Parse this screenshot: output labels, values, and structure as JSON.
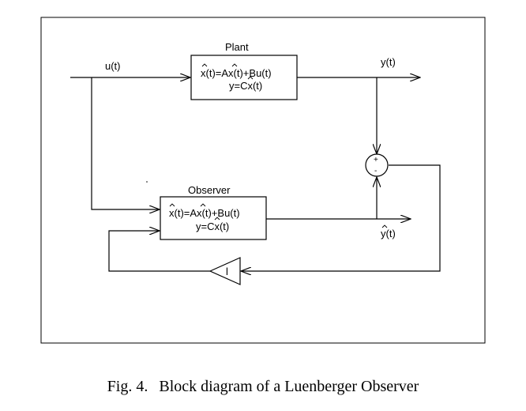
{
  "diagram": {
    "plant": {
      "title": "Plant",
      "eq1": "x(t)=Ax(t)+Bu(t)",
      "eq2": "y=Cx(t)"
    },
    "observer": {
      "title": "Observer",
      "eq1": "x(t)=Ax(t)+Bu(t)",
      "eq2": "y=Cx(t)"
    },
    "signals": {
      "input": "u(t)",
      "output": "y(t)",
      "estimate": "y(t)",
      "gain": "l"
    },
    "summer": {
      "plus": "+",
      "minus": "-"
    }
  },
  "caption": {
    "label": "Fig. 4.",
    "text": "Block diagram of a Luenberger Observer"
  }
}
